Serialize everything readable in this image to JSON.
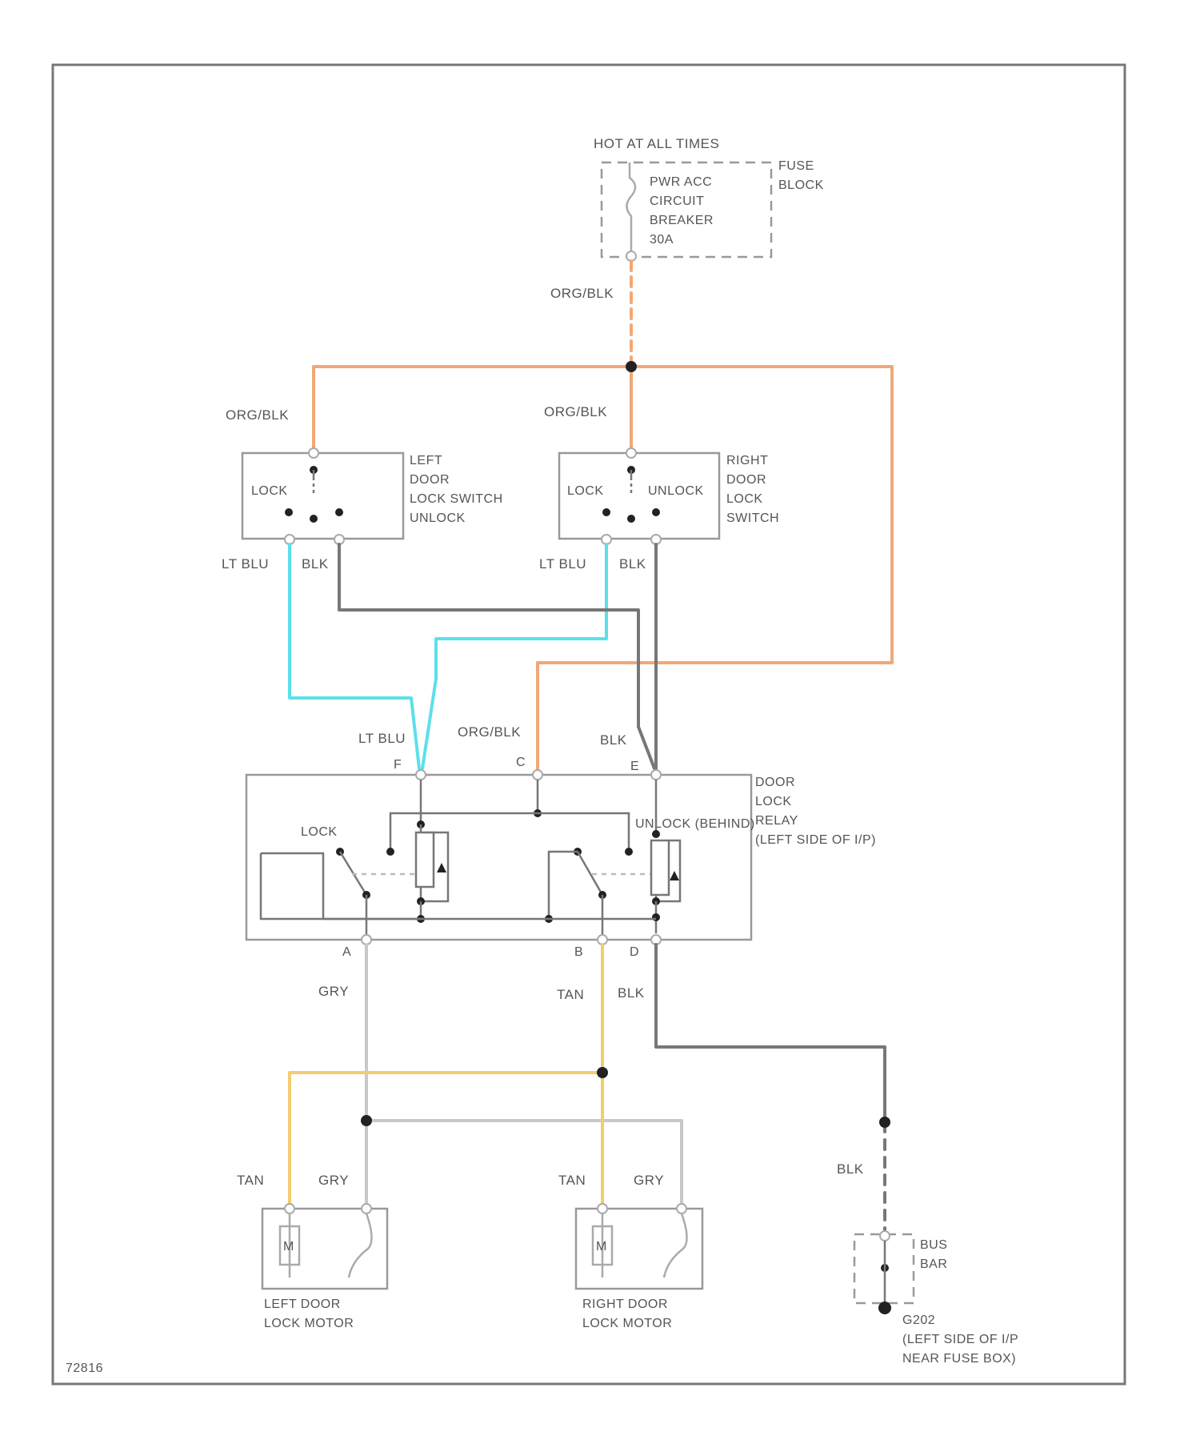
{
  "power": {
    "hot_label": "HOT AT ALL TIMES",
    "breaker_lines": [
      "PWR ACC",
      "CIRCUIT",
      "BREAKER",
      "30A"
    ],
    "fuse_block_lines": [
      "FUSE",
      "BLOCK"
    ],
    "feed_wire": "ORG/BLK"
  },
  "left_switch": {
    "wire_top": "ORG/BLK",
    "lock": "LOCK",
    "name_lines": [
      "LEFT",
      "DOOR",
      "LOCK SWITCH",
      "UNLOCK"
    ],
    "wire_a": "LT BLU",
    "wire_b": "BLK"
  },
  "right_switch": {
    "wire_top": "ORG/BLK",
    "lock": "LOCK",
    "unlock": "UNLOCK",
    "name_lines": [
      "RIGHT",
      "DOOR",
      "LOCK",
      "SWITCH"
    ],
    "wire_a": "LT BLU",
    "wire_b": "BLK"
  },
  "relay": {
    "wire_f": "LT BLU",
    "wire_c": "ORG/BLK",
    "wire_e": "BLK",
    "pin_f": "F",
    "pin_c": "C",
    "pin_e": "E",
    "name_lines": [
      "DOOR",
      "LOCK",
      "RELAY",
      "(LEFT SIDE OF I/P)"
    ],
    "lock": "LOCK",
    "unlock": "UNLOCK (BEHIND)",
    "pin_a": "A",
    "pin_b": "B",
    "pin_d": "D"
  },
  "outputs": {
    "wire_a": "GRY",
    "wire_b": "TAN",
    "wire_d": "BLK"
  },
  "left_motor": {
    "wire_1": "TAN",
    "wire_2": "GRY",
    "m": "M",
    "name_lines": [
      "LEFT DOOR",
      "LOCK MOTOR"
    ]
  },
  "right_motor": {
    "wire_1": "TAN",
    "wire_2": "GRY",
    "m": "M",
    "name_lines": [
      "RIGHT DOOR",
      "LOCK MOTOR"
    ]
  },
  "ground": {
    "wire": "BLK",
    "bus_lines": [
      "BUS",
      "BAR"
    ],
    "g_lines": [
      "G202",
      "(LEFT SIDE OF I/P",
      "NEAR FUSE BOX)"
    ]
  },
  "footer": {
    "code": "72816"
  }
}
